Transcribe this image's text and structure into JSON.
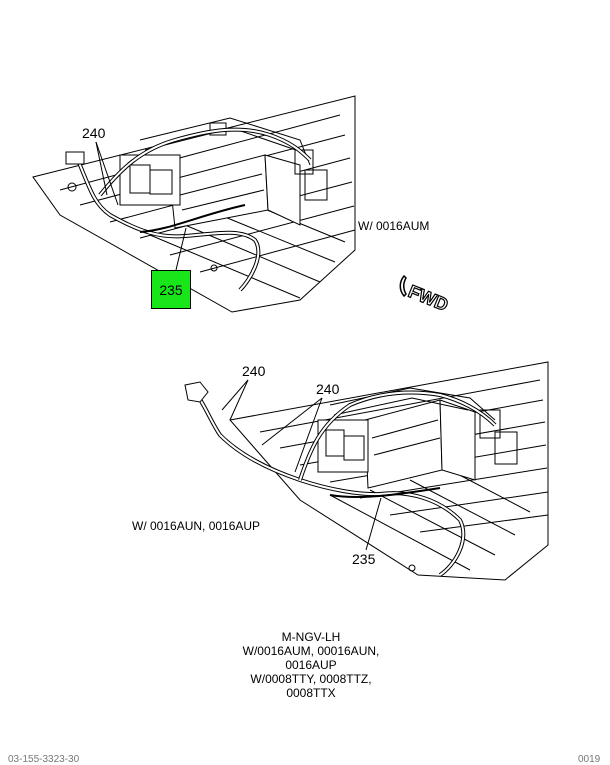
{
  "callouts": {
    "top_240": "240",
    "top_235": "235",
    "bottom_240_left": "240",
    "bottom_240_right": "240",
    "bottom_235": "235"
  },
  "notes": {
    "top_variant": "W/ 0016AUM",
    "bottom_variant": "W/ 0016AUN, 0016AUP",
    "fwd_label": "FWD"
  },
  "caption": {
    "lines": [
      "M-NGV-LH",
      "W/0016AUM, 00016AUN,",
      "0016AUP",
      "W/0008TTY, 0008TTZ,",
      "0008TTX"
    ]
  },
  "footer": {
    "left": "03-155-3323-30",
    "right": "0019"
  },
  "colors": {
    "highlight": "#19e619",
    "line": "#000000"
  },
  "icons": {
    "fwd_arrow": "fwd-arrow-icon"
  }
}
